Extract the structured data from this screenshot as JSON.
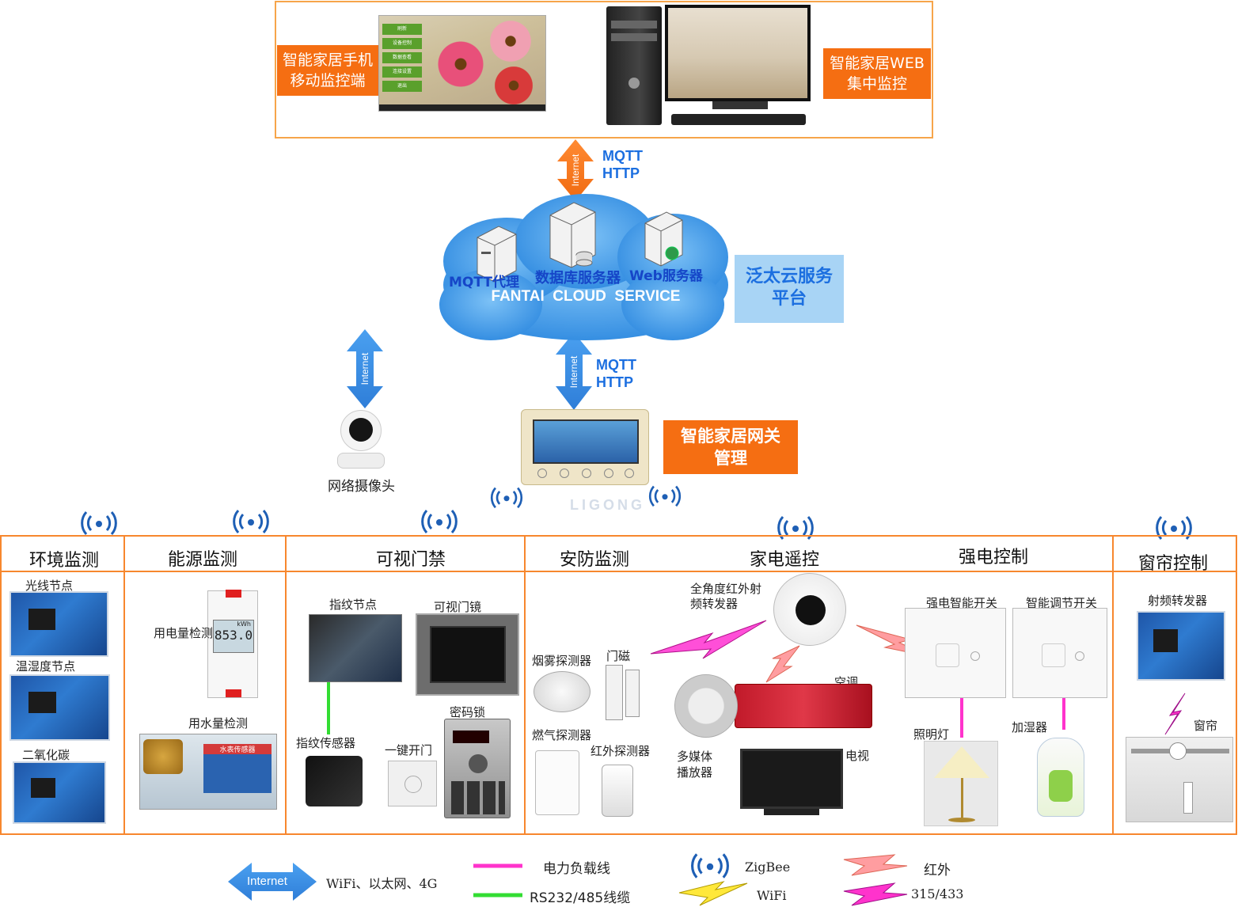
{
  "top_panel": {
    "mobile_label": "智能家居手机\n移动监控端",
    "web_label": "智能家居WEB\n集中监控",
    "phone_menu": [
      "刷新",
      "设备控制",
      "数据查看",
      "连接设置",
      "退出"
    ]
  },
  "links": {
    "internet": "Internet",
    "protocol_top": "MQTT\nHTTP",
    "protocol_mid": "MQTT\nHTTP"
  },
  "cloud": {
    "mqtt": "MQTT代理",
    "db": "数据库服务器",
    "web": "Web服务器",
    "name": "FANTAI  CLOUD  SERVICE",
    "platform": "泛太云服务\n平台"
  },
  "camera_label": "网络摄像头",
  "gateway": {
    "label": "智能家居网关\n管理",
    "brand": "LIGONG"
  },
  "sections": {
    "env": "环境监测",
    "energy": "能源监测",
    "door": "可视门禁",
    "security": "安防监测",
    "appliance": "家电遥控",
    "power": "强电控制",
    "curtain": "窗帘控制"
  },
  "devices": {
    "light_node": "光线节点",
    "temp_node": "温湿度节点",
    "co2": "二氧化碳",
    "power_meter": "用电量检测",
    "water_meter": "用水量检测",
    "meter_reading": "853.0",
    "meter_unit": "kWh",
    "water_sensor_label": "水表传感器",
    "fingerprint_node": "指纹节点",
    "door_viewer": "可视门镜",
    "fingerprint_sensor": "指纹传感器",
    "one_key": "一键开门",
    "password_lock": "密码锁",
    "smoke": "烟雾探测器",
    "magnet": "门磁",
    "gas": "燃气探测器",
    "ir_detector": "红外探测器",
    "ir_rf": "全角度红外射\n频转发器",
    "ac": "空调",
    "media": "多媒体\n播放器",
    "tv": "电视",
    "smart_switch": "强电智能开关",
    "dimmer": "智能调节开关",
    "lamp": "照明灯",
    "humidifier": "加湿器",
    "rf_forwarder": "射频转发器",
    "curtain": "窗帘"
  },
  "legend": {
    "internet_desc": "WiFi、以太网、4G",
    "power_line": "电力负载线",
    "rs_line": "RS232/485线缆",
    "zigbee": "ZigBee",
    "wifi": "WiFi",
    "ir": "红外",
    "rf": "315/433"
  },
  "colors": {
    "orange": "#f56e12",
    "blue_arrow": "#3a8ee6",
    "magenta": "#ff33cc",
    "green": "#33dd33",
    "cloud": "#3f9ae8",
    "platform_bg": "#a8d4f5"
  }
}
